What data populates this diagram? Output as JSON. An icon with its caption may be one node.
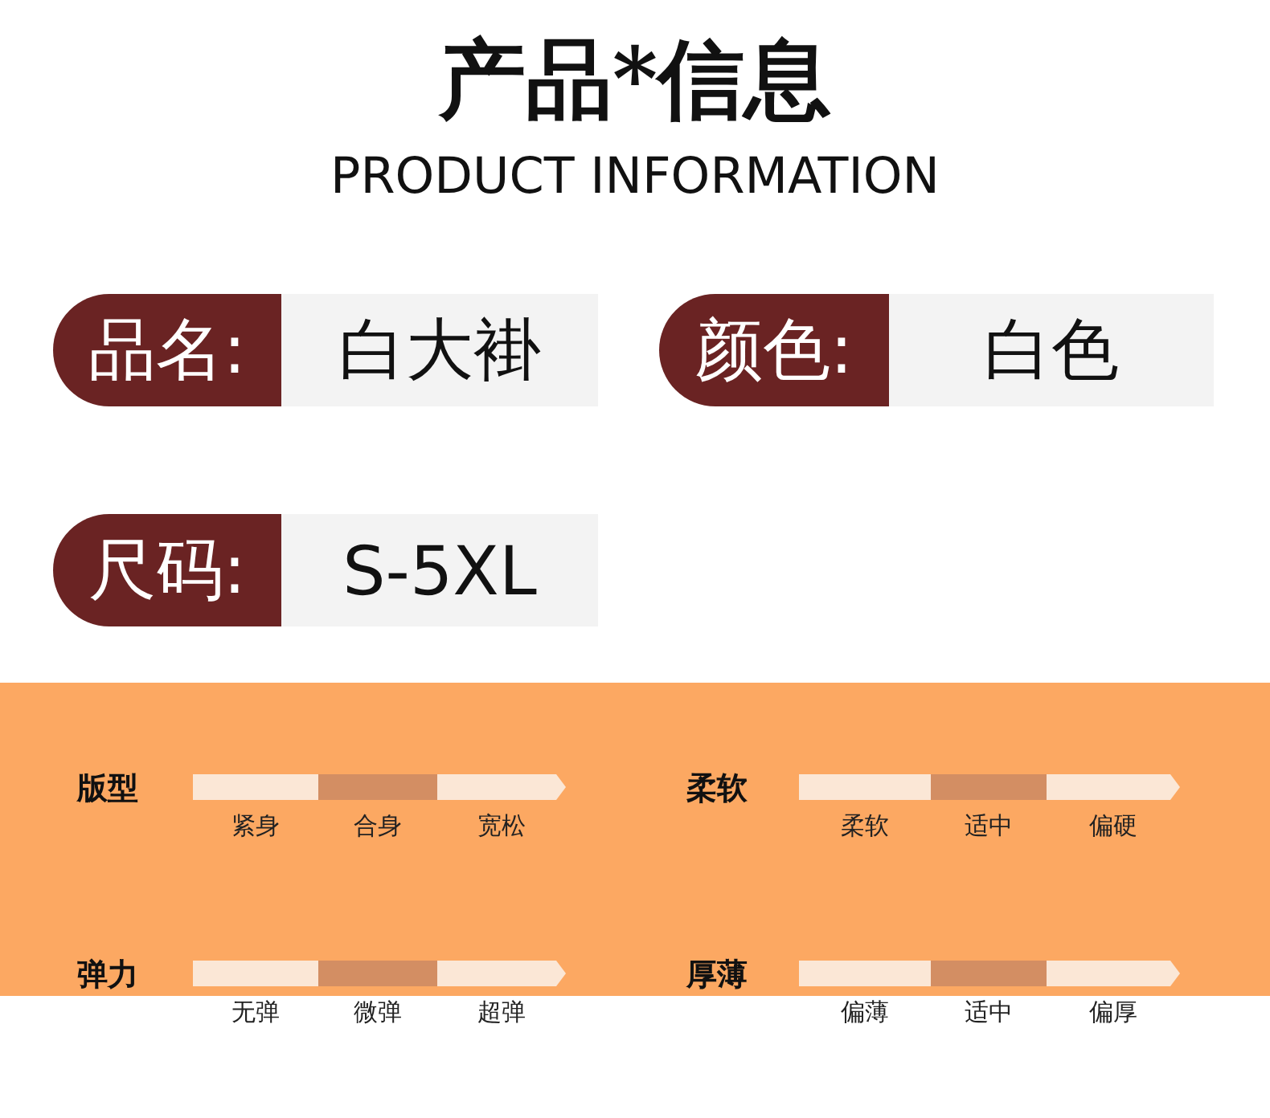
{
  "diagram": {
    "title": "产品*信息",
    "nodes": [
      {
        "text": [
          "品名:"
        ]
      },
      {
        "text": [
          "白大褂"
        ]
      },
      {
        "text": [
          "颜色:"
        ]
      },
      {
        "text": [
          "白色"
        ]
      },
      {
        "text": [
          "尺码:"
        ]
      },
      {
        "text": [
          "S-5XL"
        ]
      },
      {
        "text": [],
        "shape": "box"
      },
      {
        "text": [],
        "shape": "bar",
        "in": 6,
        "beside": [
          "紧身"
        ]
      },
      {
        "text": [],
        "shape": "bar",
        "in": 6,
        "beside": [
          "合身"
        ]
      },
      {
        "text": [],
        "shape": "bar",
        "in": 6,
        "beside": [
          "宽松"
        ]
      },
      {
        "text": [],
        "shape": "bar",
        "in": 6,
        "beside": [
          "柔软"
        ]
      },
      {
        "text": [],
        "shape": "bar",
        "in": 6,
        "beside": [
          "适中"
        ]
      },
      {
        "text": [],
        "shape": "bar",
        "in": 6,
        "beside": [
          "偏硬"
        ]
      },
      {
        "text": [],
        "shape": "bar",
        "in": 6,
        "beside": [
          "无弹"
        ]
      },
      {
        "text": [],
        "shape": "bar",
        "in": 6,
        "beside": [
          "微弹"
        ]
      },
      {
        "text": [],
        "shape": "bar",
        "in": 6,
        "beside": [
          "超弹"
        ]
      },
      {
        "text": [],
        "shape": "bar",
        "in": 6,
        "beside": [
          "偏薄"
        ]
      },
      {
        "text": [],
        "shape": "bar",
        "in": 6,
        "beside": [
          "适中"
        ]
      },
      {
        "text": [],
        "shape": "bar",
        "in": 6,
        "beside": [
          "偏厚"
        ]
      }
    ],
    "edges": [],
    "labels": [
      "PRODUCT INFORMATION",
      "版型",
      "柔软",
      "弹力",
      "厚薄"
    ]
  }
}
